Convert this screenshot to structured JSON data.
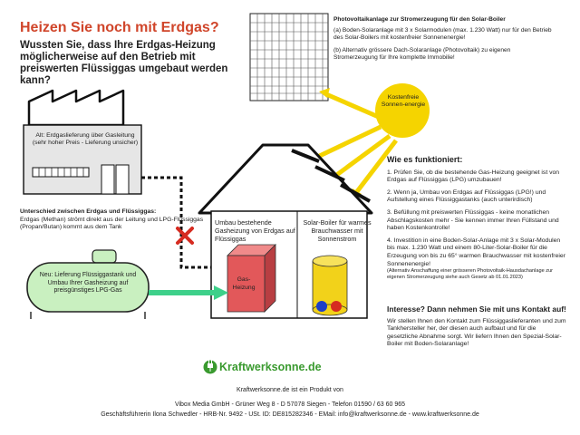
{
  "header": {
    "title": "Heizen Sie noch mit Erdgas?",
    "subtitle": "Wussten Sie, dass Ihre Erdgas-Heizung möglicherweise auf den Betrieb mit preiswerten Flüssiggas umgebaut werden kann?"
  },
  "pv_info": {
    "title": "Photovoltaikanlage zur Stromerzeugung für den Solar-Boiler",
    "option_a": "(a) Boden-Solaranlage mit 3 x Solarmodulen (max. 1.230 Watt) nur für den Betrieb des Solar-Boilers mit kostenfreier Sonnenenergie!",
    "option_b": "(b) Alternativ grössere Dach-Solaranlage (Photovoltaik) zu eigenen Stromerzeugung für Ihre komplette Immobilie!"
  },
  "old_supply": {
    "text": "Alt: Erdgaslieferung über Gasleitung (sehr hoher Preis - Lieferung unsicher)"
  },
  "difference": {
    "title": "Unterschied zwischen Erdgas und Flüssiggas:",
    "text": "Erdgas (Methan) strömt direkt aus der Leitung und LPG-Flüssiggas (Propan/Butan) kommt aus dem Tank"
  },
  "tank": {
    "text": "Neu: Lieferung Flüssiggastank und Umbau Ihrer Gasheizung auf preisgünstiges LPG-Gas"
  },
  "house": {
    "left_text": "Umbau bestehende Gasheizung von Erdgas auf Flüssiggas",
    "right_text": "Solar-Boiler für warmes Brauchwasser mit Sonnenstrom",
    "heater_label": "Gas-Heizung"
  },
  "sun": {
    "text": "Kostenfreie Sonnen-energie"
  },
  "how": {
    "title": "Wie es funktioniert:",
    "step1": "1. Prüfen Sie, ob die bestehende Gas-Heizung geeignet ist von Erdgas auf Flüssiggas (LPG) umzubauen!",
    "step2": "2. Wenn ja, Umbau von Erdgas auf Flüssiggas (LPG!) und Aufstellung eines Flüssiggastanks (auch unterirdisch)",
    "step3": "3. Befüllung mit preiswerten Flüssiggas - keine monatlichen Abschlagskosten mehr - Sie kennen immer Ihren Füllstand und haben Kostenkontrolle!",
    "step4": "4. Investition in eine Boden-Solar-Anlage mit 3 x Solar-Modulen bis max. 1.230 Watt und einem 80-Liter-Solar-Boiler für die Erzeugung von bis zu 65° warmen Brauchwasser mit kostenfreier Sonnenenergie!",
    "step4_note": "(Alternativ Anschaffung einer grösseren Photovoltaik-Hausdachanlage zur eigenen Stromerzeugung siehe auch Gesetz ab 01.01.2023)"
  },
  "interest": {
    "title": "Interesse? Dann nehmen Sie mit uns Kontakt auf!",
    "text": "Wir stellen Ihnen den Kontakt zum Flüssiggaslieferanten und zum Tankhersteller her, der diesen auch aufbaut und für die gesetzliche Abnahme sorgt. Wir liefern Ihnen den Spezial-Solar-Boiler mit Boden-Solaranlage!"
  },
  "footer": {
    "brand": "Kraftwerksonne.de",
    "line1": "Kraftwerksonne.de ist ein Produkt von",
    "line2": "Vibox Media GmbH - Grüner Weg 8 - D 57078 Siegen - Telefon 01590 / 63 60 965",
    "line3": "Geschäftsführerin Ilona Schwedler - HRB-Nr. 9492 - USt. ID: DE815282346 - EMail: info@kraftwerksonne.de - www.kraftwerksonne.de"
  },
  "colors": {
    "title_red": "#d0452a",
    "tank_green": "#c9f0c0",
    "arrow_green": "#3ed08a",
    "heater_red": "#e2585a",
    "sun_yellow": "#f5d400",
    "boiler_yellow": "#f2d21a",
    "brand_green": "#3a9a2f"
  }
}
